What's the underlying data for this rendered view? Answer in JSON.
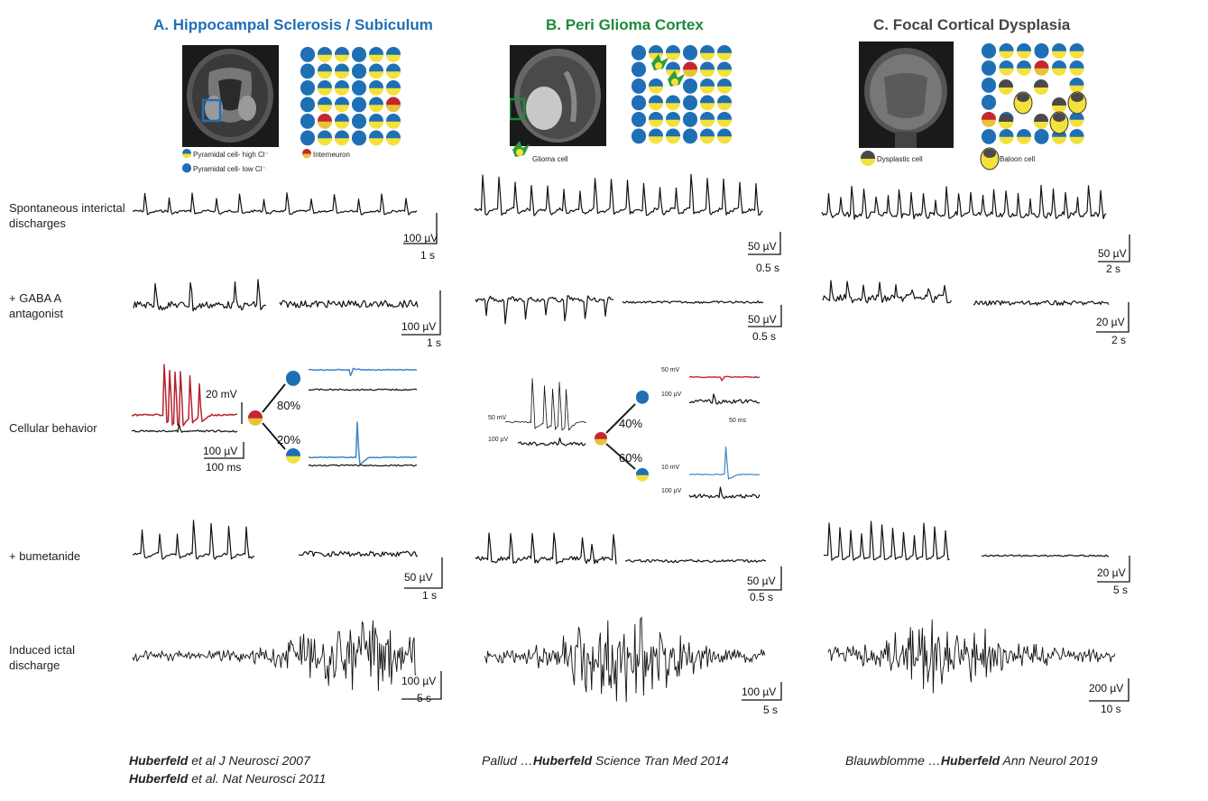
{
  "columns": [
    {
      "title": "A. Hippocampal Sclerosis / Subiculum",
      "color": "#1f6fb5"
    },
    {
      "title": "B. Peri Glioma Cortex",
      "color": "#1d8a3a"
    },
    {
      "title": "C. Focal Cortical Dysplasia",
      "color": "#444444"
    }
  ],
  "rows": [
    {
      "label": "Spontaneous interictal discharges"
    },
    {
      "label": "+ GABA A antagonist"
    },
    {
      "label": "Cellular behavior"
    },
    {
      "label": "+ bumetanide"
    },
    {
      "label": "Induced ictal discharge"
    }
  ],
  "legends": {
    "pyramidal_high": "Pyramidal cell- high Cl⁻",
    "pyramidal_low": "Pyramidal cell- low Cl⁻",
    "interneuron": "Interneuron",
    "glioma": "Glioma cell",
    "dysplastic": "Dysplastic cell",
    "balloon": "Baloon cell"
  },
  "scalebars": {
    "a_spont": {
      "v": "100 µV",
      "t": "1 s"
    },
    "b_spont": {
      "v": "50 µV",
      "t": "0.5 s"
    },
    "c_spont": {
      "v": "50 µV",
      "t": "2 s"
    },
    "a_gaba": {
      "v": "100 µV",
      "t": "1 s"
    },
    "b_gaba": {
      "v": "50 µV",
      "t": "0.5 s"
    },
    "c_gaba": {
      "v": "20 µV",
      "t": "2 s"
    },
    "a_cell": {
      "mv": "20 mV",
      "v": "100 µV",
      "t": "100 ms"
    },
    "a_bume": {
      "v": "50 µV",
      "t": "1 s"
    },
    "b_bume": {
      "v": "50 µV",
      "t": "0.5 s"
    },
    "c_bume": {
      "v": "20 µV",
      "t": "5 s"
    },
    "a_ictal": {
      "v": "100 µV",
      "t": "5 s"
    },
    "b_ictal": {
      "v": "100 µV",
      "t": "5 s"
    },
    "c_ictal": {
      "v": "200 µV",
      "t": "10 s"
    }
  },
  "percentages": {
    "a_up": "80%",
    "a_down": "20%",
    "b_up": "40%",
    "b_down": "60%"
  },
  "tiny_labels": {
    "b1": "50 mV",
    "b2": "100 µV",
    "b3": "50 mV",
    "b4": "100 µV",
    "b5": "50 ms",
    "b6": "10 mV",
    "b7": "100 µV"
  },
  "references": {
    "a_line1_bold": "Huberfeld",
    "a_line1_rest": " et al J Neurosci 2007",
    "a_line2_bold": "Huberfeld",
    "a_line2_rest": " et al. Nat Neurosci 2011",
    "b_pre": "Pallud …",
    "b_bold": "Huberfeld",
    "b_rest": " Science Tran Med 2014",
    "c_pre": "Blauwblomme …",
    "c_bold": "Huberfeld",
    "c_rest": " Ann Neurol 2019"
  },
  "colors": {
    "blue": "#1f6fb5",
    "yellow": "#f4e13a",
    "red": "#c4272f",
    "green": "#2e9a3e",
    "trace": "#111111",
    "crimson": "#b5232e",
    "cellblue": "#3d86c6"
  }
}
